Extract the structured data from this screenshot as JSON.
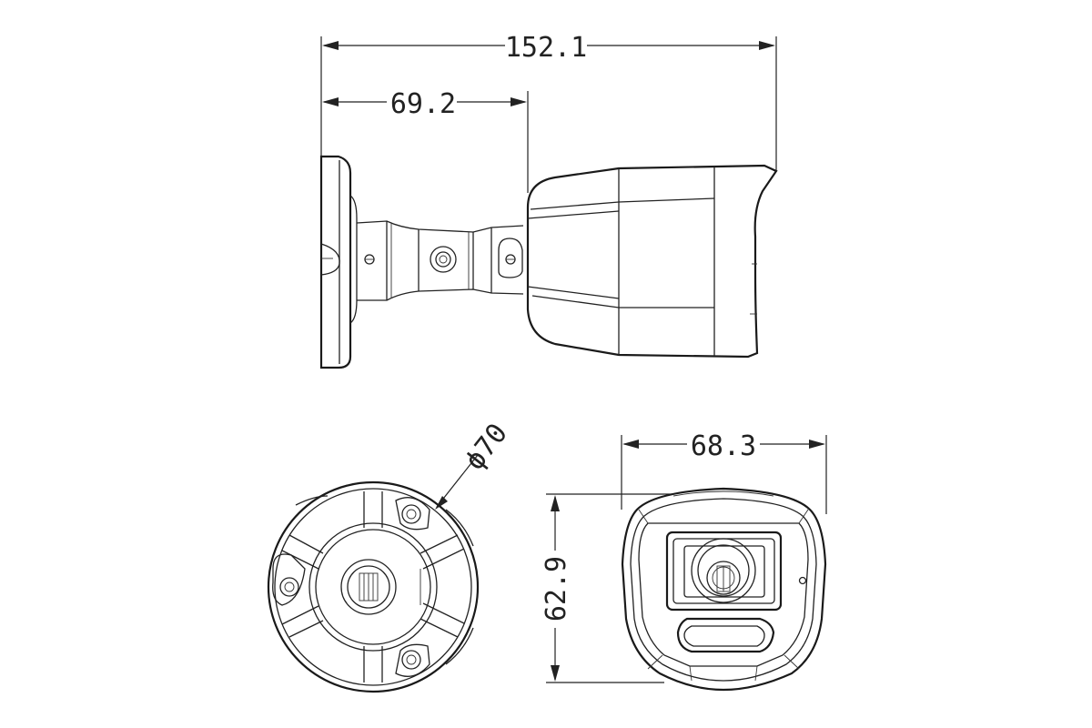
{
  "dimensions": {
    "overall_length": "152.1",
    "mount_depth": "69.2",
    "base_diameter": "ϕ70",
    "front_width": "68.3",
    "front_height": "62.9"
  },
  "colors": {
    "line": "#222222",
    "background": "#ffffff"
  }
}
